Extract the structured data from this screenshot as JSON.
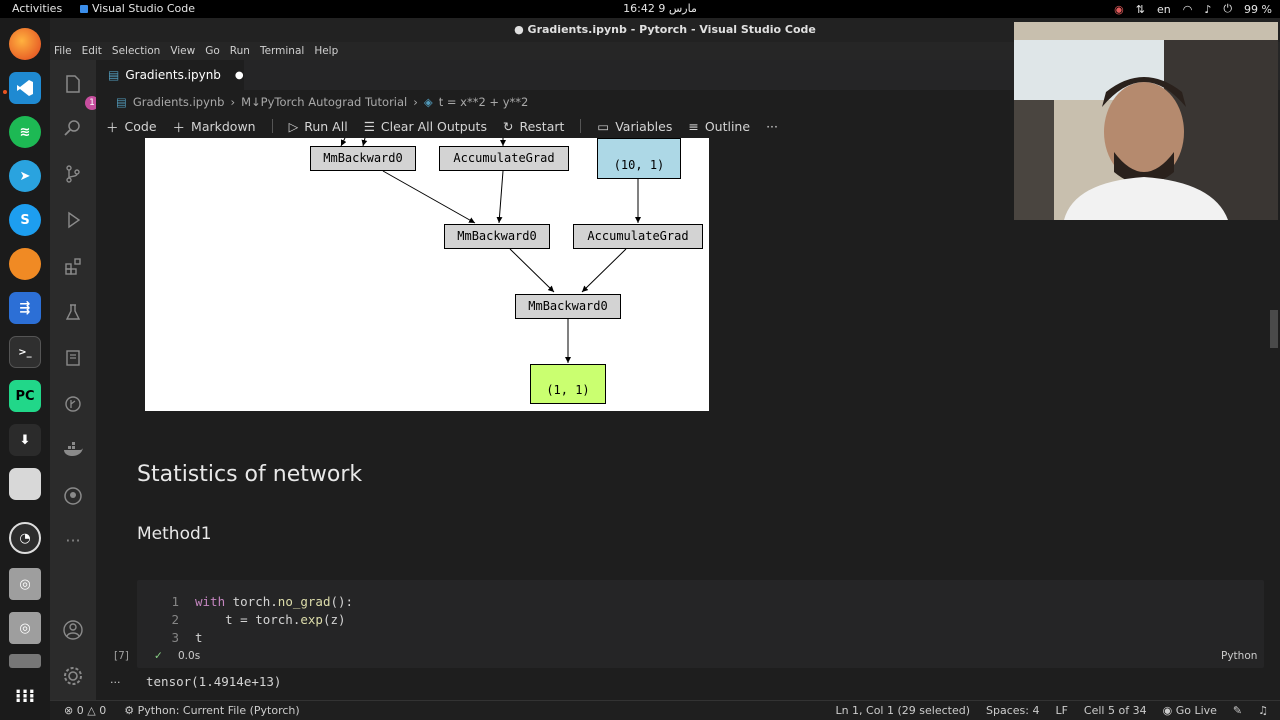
{
  "topbar": {
    "activities": "Activities",
    "app_name": "Visual Studio Code",
    "clock": "مارس 9  16:42",
    "lang": "en",
    "battery": "99 %"
  },
  "window": {
    "title": "● Gradients.ipynb - Pytorch - Visual Studio Code"
  },
  "menu": [
    "File",
    "Edit",
    "Selection",
    "View",
    "Go",
    "Run",
    "Terminal",
    "Help"
  ],
  "activity": {
    "badge": "1"
  },
  "tab": {
    "label": "Gradients.ipynb",
    "dirty": "●"
  },
  "breadcrumb": {
    "file": "Gradients.ipynb",
    "sep1": "›",
    "section": "M↓PyTorch Autograd Tutorial",
    "sep2": "›",
    "cell": "t = x**2 + y**2"
  },
  "toolbar": {
    "code": "Code",
    "markdown": "Markdown",
    "run_all": "Run All",
    "clear": "Clear All Outputs",
    "restart": "Restart",
    "variables": "Variables",
    "outline": "Outline",
    "more": "···"
  },
  "graph": {
    "n1": "MmBackward0",
    "n2": "AccumulateGrad",
    "n3": "(10, 1)",
    "n4": "MmBackward0",
    "n5": "AccumulateGrad",
    "n6": "MmBackward0",
    "n7": "(1, 1)"
  },
  "markdown": {
    "h2": "Statistics of network",
    "h3": "Method1"
  },
  "code": {
    "lines": [
      {
        "no": "1",
        "kw": "with",
        "rest": " torch.",
        "fn": "no_grad",
        "tail": "():"
      },
      {
        "no": "2",
        "pre": "    t = torch.",
        "fn": "exp",
        "tail": "(z)"
      },
      {
        "no": "3",
        "text": "t"
      }
    ],
    "exec_count": "[7]",
    "check": "✓",
    "time": "0.0s",
    "lang": "Python",
    "output_toggle": "···",
    "output": "tensor(1.4914e+13)"
  },
  "status": {
    "errors": "0",
    "warnings": "0",
    "interpreter": "Python: Current File (Pytorch)",
    "position": "Ln 1, Col 1 (29 selected)",
    "spaces": "Spaces: 4",
    "eol": "LF",
    "cell": "Cell 5 of 34",
    "golive": "Go Live"
  }
}
